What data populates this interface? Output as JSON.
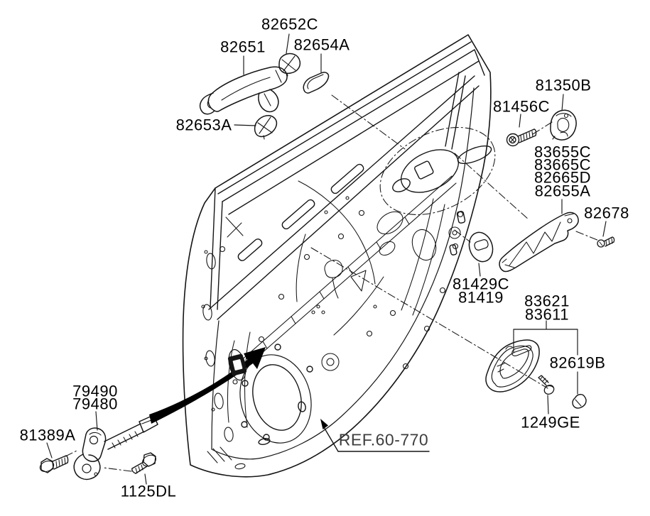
{
  "diagram_type": "exploded-parts-diagram-rear-door-locking",
  "colors": {
    "background": "#ffffff",
    "line": "#151515",
    "label_text": "#000000",
    "ref_text": "#3e3e3e",
    "arrow_fill": "#000000"
  },
  "labels": [
    {
      "text": "82652C"
    },
    {
      "text": "82651"
    },
    {
      "text": "82654A"
    },
    {
      "text": "82653A"
    },
    {
      "text": "81350B"
    },
    {
      "text": "81456C"
    },
    {
      "text": "83655C"
    },
    {
      "text": "83665C"
    },
    {
      "text": "82665D"
    },
    {
      "text": "82655A"
    },
    {
      "text": "82678"
    },
    {
      "text": "81429C"
    },
    {
      "text": "81419"
    },
    {
      "text": "83621"
    },
    {
      "text": "83611"
    },
    {
      "text": "82619B"
    },
    {
      "text": "1249GE"
    },
    {
      "text": "79490"
    },
    {
      "text": "79480"
    },
    {
      "text": "81389A"
    },
    {
      "text": "1125DL"
    }
  ],
  "ref_note": {
    "text": "REF.60-770"
  }
}
